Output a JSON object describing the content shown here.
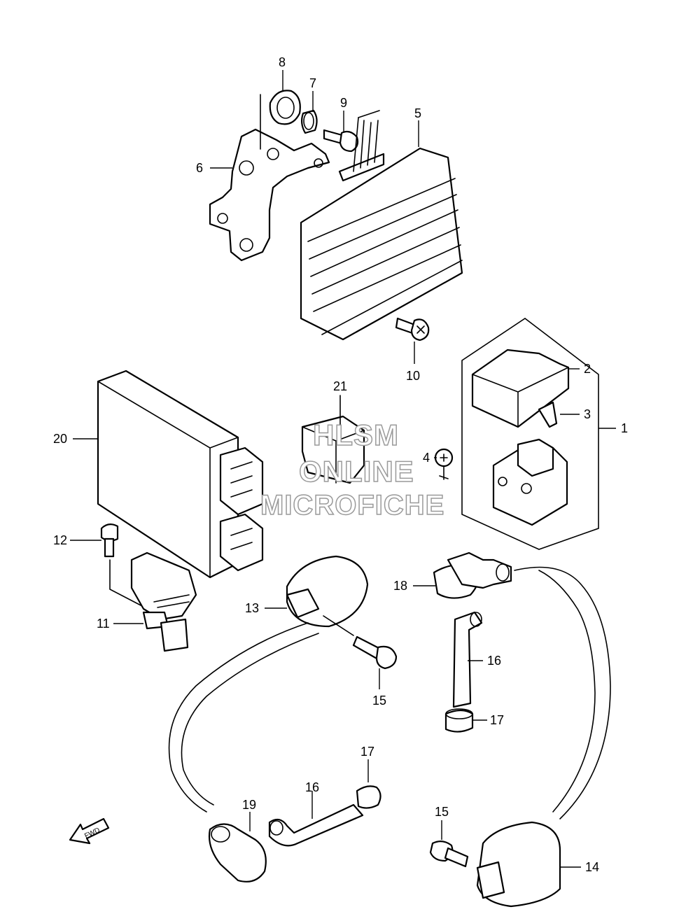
{
  "watermark": {
    "line1": "HLSM",
    "line2": "ONLINE",
    "line3": "MICROFICHE"
  },
  "fwd_label": "FWD",
  "callouts": {
    "c1": "1",
    "c2": "2",
    "c3": "3",
    "c4": "4",
    "c5": "5",
    "c6": "6",
    "c7": "7",
    "c8": "8",
    "c9": "9",
    "c10": "10",
    "c11": "11",
    "c12": "12",
    "c13": "13",
    "c14": "14",
    "c15a": "15",
    "c15b": "15",
    "c16a": "16",
    "c16b": "16",
    "c17a": "17",
    "c17b": "17",
    "c18": "18",
    "c19": "19",
    "c20": "20",
    "c21": "21"
  }
}
